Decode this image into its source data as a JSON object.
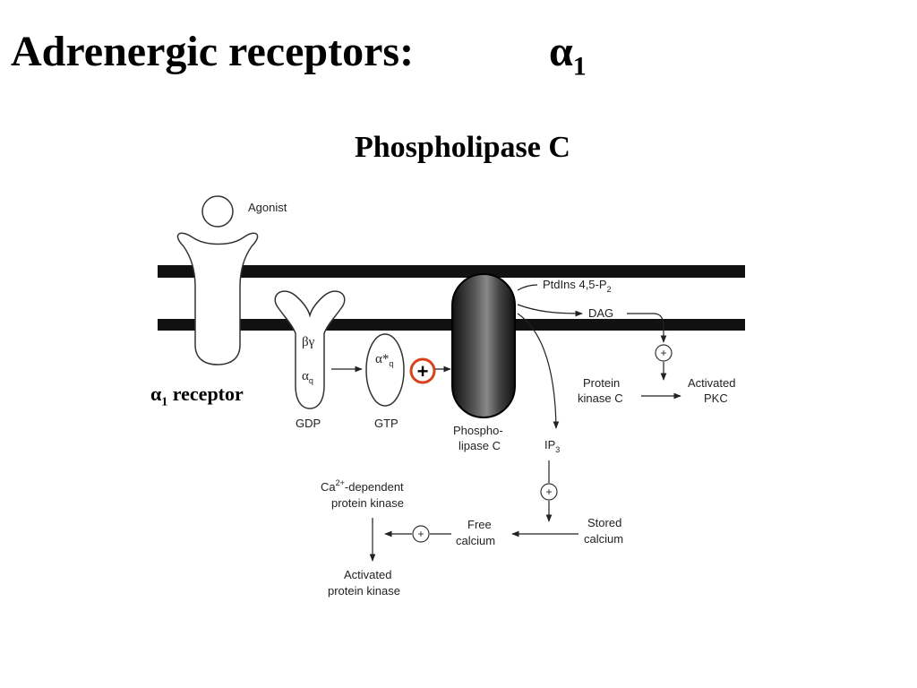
{
  "title": "Adrenergic receptors:",
  "title_symbol": "α",
  "title_symbol_sub": "1",
  "subtitle": "Phospholipase C",
  "receptor_label": {
    "symbol": "α",
    "sub": "1",
    "text": " receptor"
  },
  "diagram": {
    "agonist": "Agonist",
    "beta_gamma": "βγ",
    "alpha_q": "α",
    "alpha_q_sub": "q",
    "alpha_star_q": "α*",
    "alpha_star_q_sub": "q",
    "gdp": "GDP",
    "gtp": "GTP",
    "plc_line1": "Phospho-",
    "plc_line2": "lipase C",
    "ptdins": "PtdIns 4,5-P",
    "ptdins_sub": "2",
    "dag": "DAG",
    "pkc_line1": "Protein",
    "pkc_line2": "kinase C",
    "activated_pkc_line1": "Activated",
    "activated_pkc_line2": "PKC",
    "ip3": "IP",
    "ip3_sub": "3",
    "stored_ca_line1": "Stored",
    "stored_ca_line2": "calcium",
    "free_ca_line1": "Free",
    "free_ca_line2": "calcium",
    "ca_kinase_line1a": "Ca",
    "ca_kinase_line1_sup": "2+",
    "ca_kinase_line1b": "-dependent",
    "ca_kinase_line2": "protein kinase",
    "activated_kinase_line1": "Activated",
    "activated_kinase_line2": "protein kinase",
    "plus": "+",
    "highlight_plus": "+",
    "highlight_color": "#d9421c"
  }
}
